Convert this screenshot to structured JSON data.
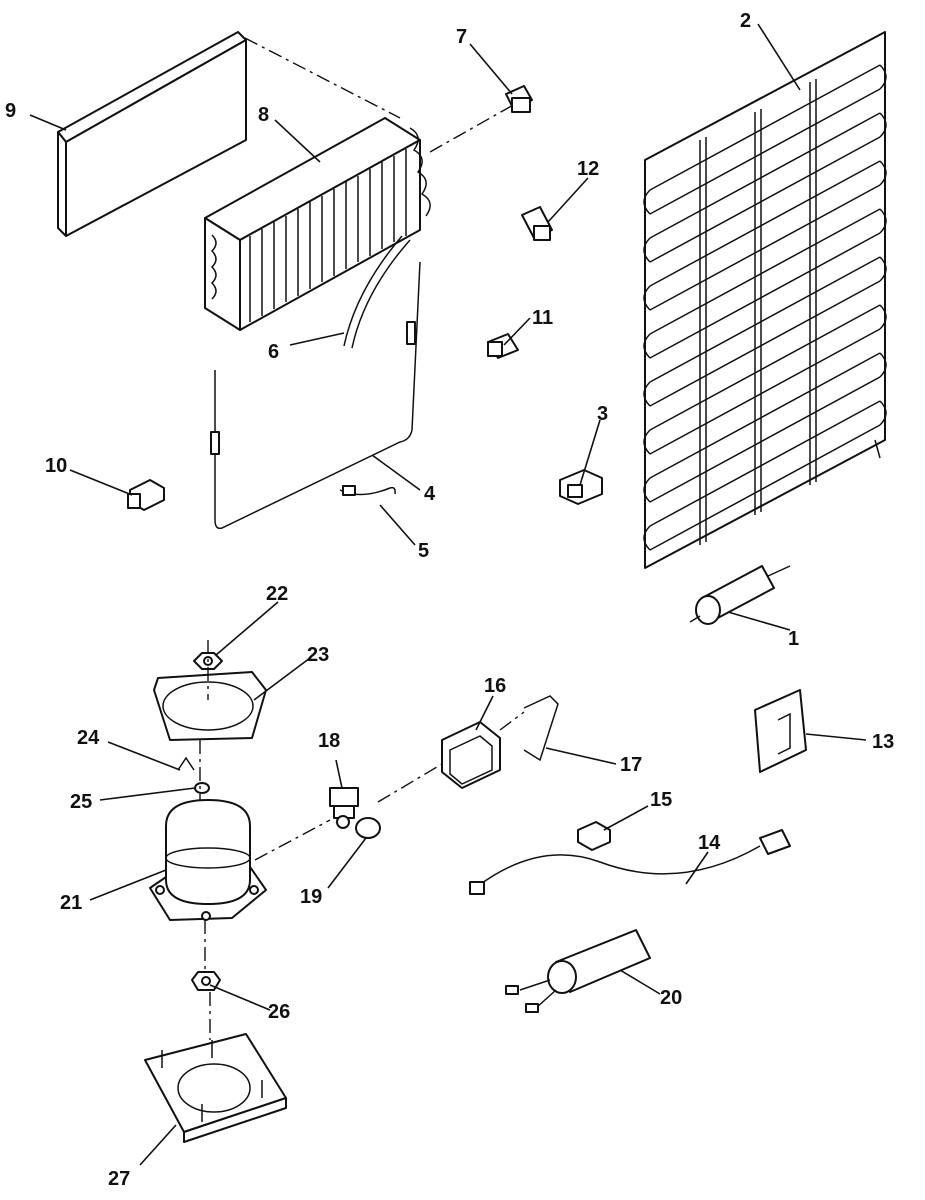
{
  "diagram": {
    "labels": [
      {
        "id": "1",
        "text": "1"
      },
      {
        "id": "2",
        "text": "2"
      },
      {
        "id": "3",
        "text": "3"
      },
      {
        "id": "4",
        "text": "4"
      },
      {
        "id": "5",
        "text": "5"
      },
      {
        "id": "6",
        "text": "6"
      },
      {
        "id": "7",
        "text": "7"
      },
      {
        "id": "8",
        "text": "8"
      },
      {
        "id": "9",
        "text": "9"
      },
      {
        "id": "10",
        "text": "10"
      },
      {
        "id": "11",
        "text": "11"
      },
      {
        "id": "12",
        "text": "12"
      },
      {
        "id": "13",
        "text": "13"
      },
      {
        "id": "14",
        "text": "14"
      },
      {
        "id": "15",
        "text": "15"
      },
      {
        "id": "16",
        "text": "16"
      },
      {
        "id": "17",
        "text": "17"
      },
      {
        "id": "18",
        "text": "18"
      },
      {
        "id": "19",
        "text": "19"
      },
      {
        "id": "20",
        "text": "20"
      },
      {
        "id": "21",
        "text": "21"
      },
      {
        "id": "22",
        "text": "22"
      },
      {
        "id": "23",
        "text": "23"
      },
      {
        "id": "24",
        "text": "24"
      },
      {
        "id": "25",
        "text": "25"
      },
      {
        "id": "26",
        "text": "26"
      },
      {
        "id": "27",
        "text": "27"
      }
    ]
  }
}
